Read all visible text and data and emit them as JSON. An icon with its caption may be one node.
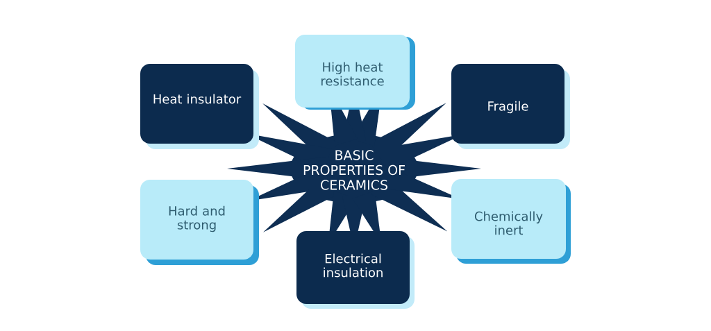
{
  "diagram": {
    "nodes": [
      {
        "text": [
          "Heat insulator"
        ]
      },
      {
        "text": [
          "High heat resistance"
        ]
      },
      {
        "text": [
          "Fragile"
        ]
      },
      {
        "text": [
          "BASIC PROPERTIES OF CERAMICS"
        ]
      },
      {
        "text": [
          "Hard and strong"
        ]
      },
      {
        "text": [
          "Chemically inert"
        ]
      },
      {
        "text": [
          "Electrical insulation"
        ]
      }
    ]
  }
}
